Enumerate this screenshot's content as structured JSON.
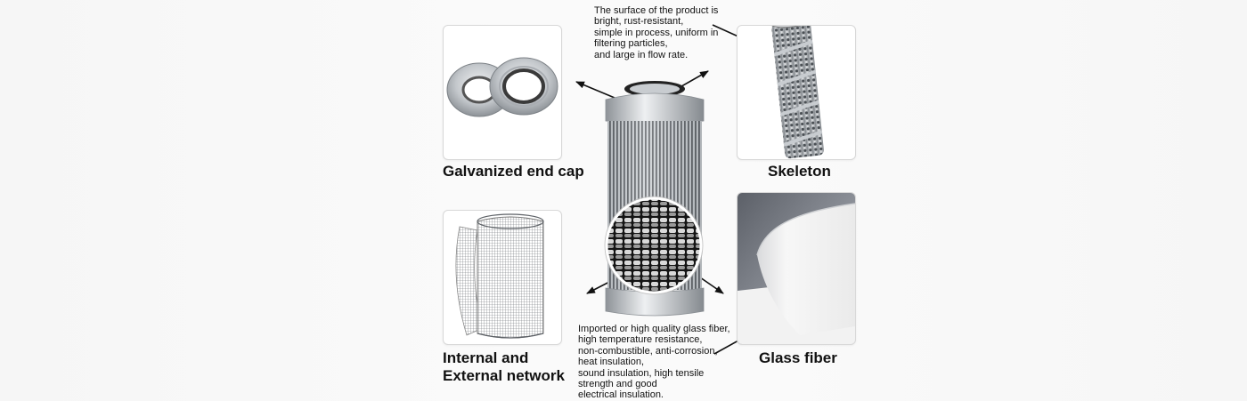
{
  "labels": {
    "end_cap": "Galvanized end cap",
    "skeleton": "Skeleton",
    "network_line1": "Internal and",
    "network_line2": "External network",
    "glass_fiber": "Glass fiber"
  },
  "notes": {
    "surface": [
      "The surface of the product is",
      "bright, rust-resistant,",
      "simple in process, uniform in",
      "filtering particles,",
      "and large in flow rate."
    ],
    "glass": [
      "Imported or high quality glass fiber,",
      "high temperature resistance,",
      "non-combustible, anti-corrosion,",
      "heat insulation,",
      "sound insulation, high tensile",
      "strength and good",
      "electrical insulation."
    ]
  },
  "colors": {
    "text": "#111111",
    "panel_border": "#d8d8d8",
    "metal": "#b9bdc1",
    "arrow": "#111111"
  },
  "icons": {
    "end_cap": "washer-ring-icon",
    "skeleton": "perforated-tube-icon",
    "network": "wire-mesh-icon",
    "glass_fiber": "fiber-sheet-icon",
    "product": "filter-cartridge-icon"
  }
}
